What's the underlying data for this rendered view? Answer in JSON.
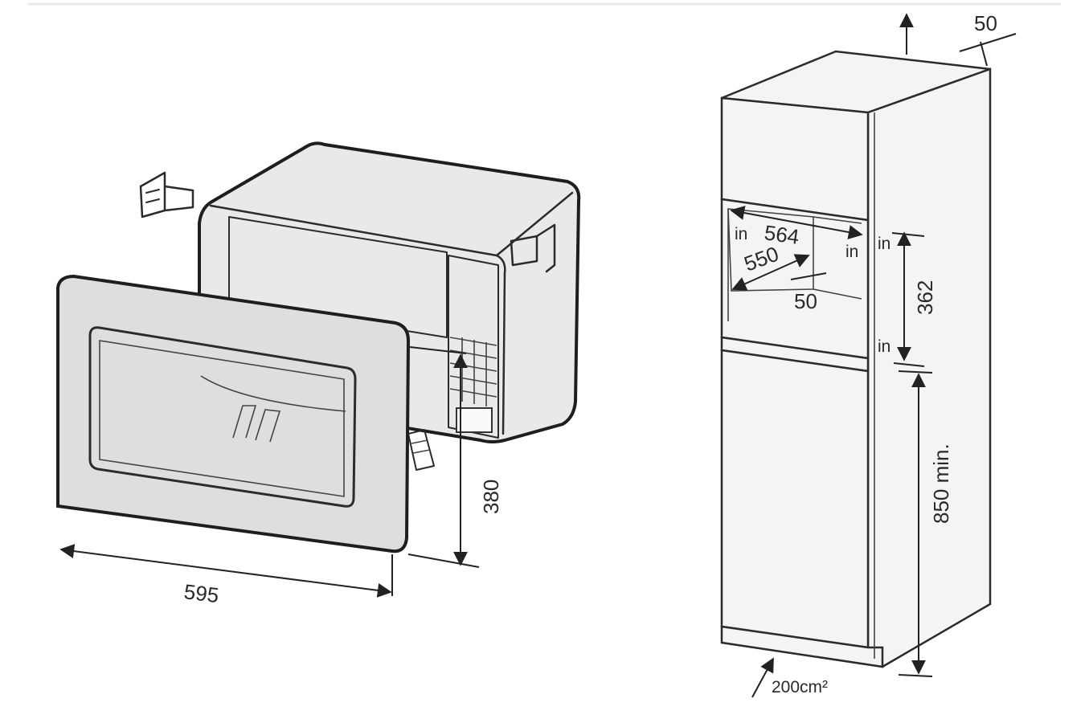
{
  "microwave_dimensions": {
    "width": "595",
    "height": "380"
  },
  "cabinet_dimensions": {
    "top_gap": "50",
    "niche_width": "564",
    "niche_depth": "550",
    "back_gap": "50",
    "niche_height": "362",
    "base_height": "850 min.",
    "ventilation": "200cm²",
    "inner_label_1": "in",
    "inner_label_2": "in",
    "inner_label_3": "in",
    "inner_label_4": "in"
  }
}
